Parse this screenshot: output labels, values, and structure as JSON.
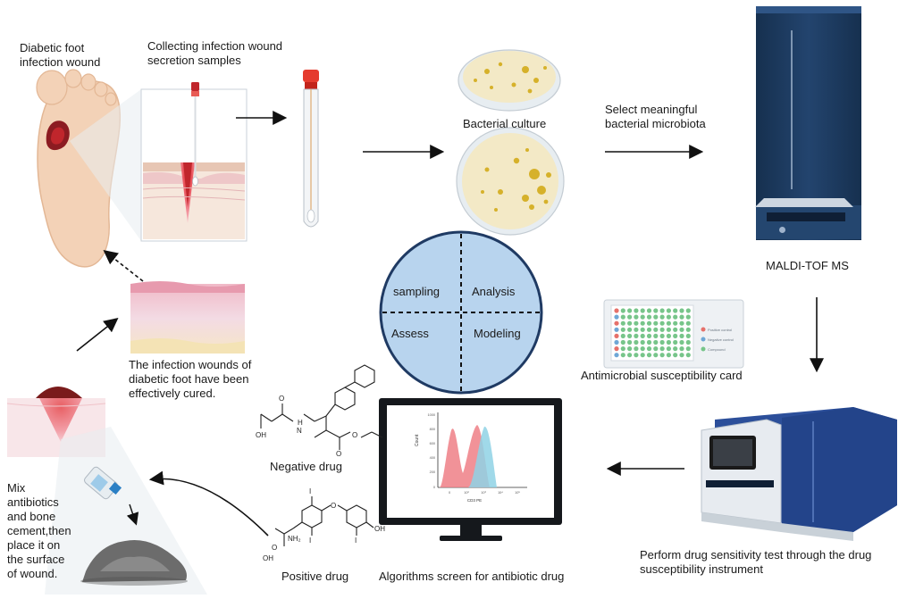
{
  "labels": {
    "wound": "Diabetic foot\ninfection wound",
    "collecting": "Collecting infection wound\nsecretion samples",
    "culture": "Bacterial culture",
    "select": "Select meaningful\nbacterial microbiota",
    "maldi": "MALDI-TOF MS",
    "card": "Antimicrobial susceptibility card",
    "cured": "The infection wounds of\ndiabetic foot have been\neffectively cured.",
    "negative": "Negative drug",
    "positive": "Positive drug",
    "algorithms": "Algorithms screen for antibiotic drug",
    "perform": "Perform drug sensitivity test through the drug\nsusceptibility instrument",
    "mix": "Mix\nantibiotics\nand bone\ncement,then\nplace it on\nthe surface\nof wound."
  },
  "cycle": {
    "q1": "sampling",
    "q2": "Analysis",
    "q3": "Assess",
    "q4": "Modeling"
  },
  "monitor": {
    "ylabel": "Count",
    "xlabel": "CD3 PE",
    "yticks": [
      "1000",
      "800",
      "600",
      "400",
      "200",
      "0"
    ],
    "xticks": [
      "0",
      "10²",
      "10³",
      "10⁴",
      "10⁵"
    ]
  },
  "card_legend": [
    "Positive control",
    "Negative control",
    "Compound"
  ],
  "colors": {
    "navy": "#1f3a63",
    "blue": "#2c4f9a",
    "red": "#c0262c",
    "skin": "#f3d2b7",
    "agar": "#f3e9c6",
    "colony": "#d6b12a"
  }
}
